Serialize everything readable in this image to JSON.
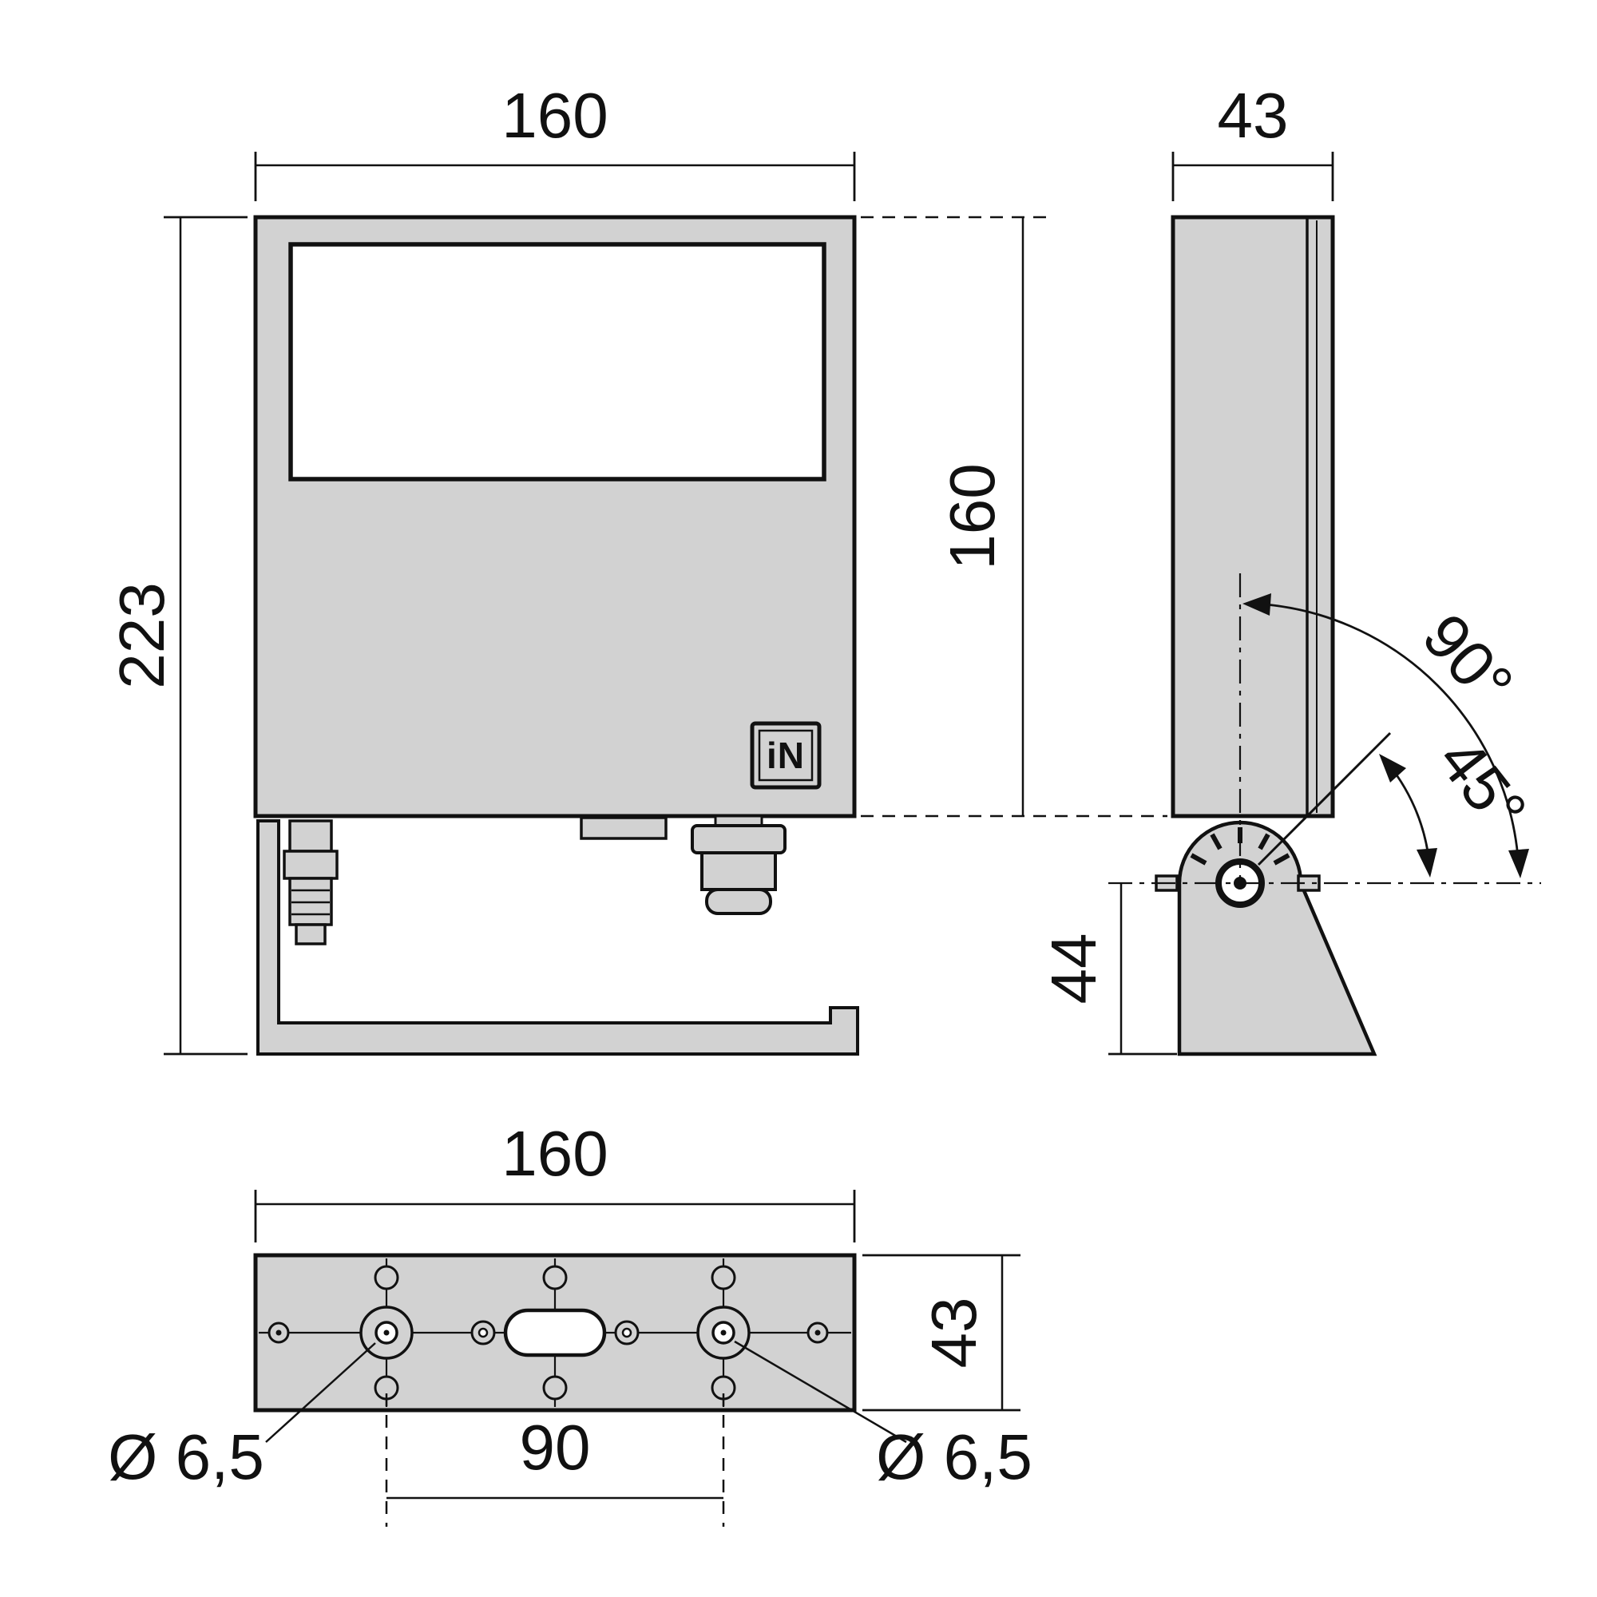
{
  "labels": {
    "front_width": "160",
    "front_total_height": "223",
    "front_body_height": "160",
    "logo": "iN",
    "side_depth": "43",
    "tilt_full": "90°",
    "tilt_half": "45°",
    "bracket_height": "44",
    "bottom_width": "160",
    "bottom_depth": "43",
    "mount_hole_spacing": "90",
    "mount_hole_diameter_left": "Ø 6,5",
    "mount_hole_diameter_right": "Ø 6,5"
  },
  "colors": {
    "body_fill": "#d2d2d2",
    "line": "#111111",
    "background": "#ffffff"
  }
}
